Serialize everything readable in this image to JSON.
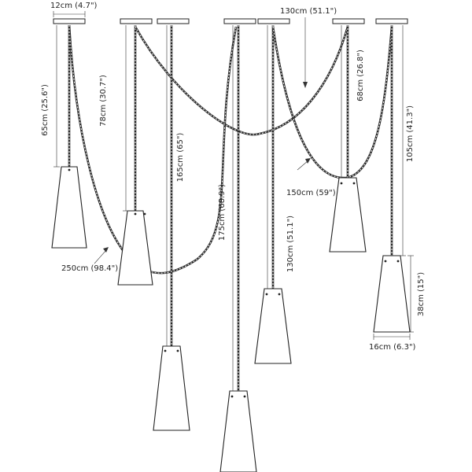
{
  "labels": {
    "canopy_width": "12cm (4.7\")",
    "drop_65": "65cm (25.6\")",
    "drop_78": "78cm (30.7\")",
    "drop_165": "165cm (65\")",
    "drop_175": "175cm (68.9\")",
    "swag_130_top": "130cm (51.1\")",
    "drop_130": "130cm (51.1\")",
    "drop_68": "68cm (26.8\")",
    "drop_105": "105cm (41.3\")",
    "swag_150": "150cm (59\")",
    "swag_250": "250cm (98.4\")",
    "shade_height": "38cm (15\")",
    "shade_width": "16cm (6.3\")"
  }
}
